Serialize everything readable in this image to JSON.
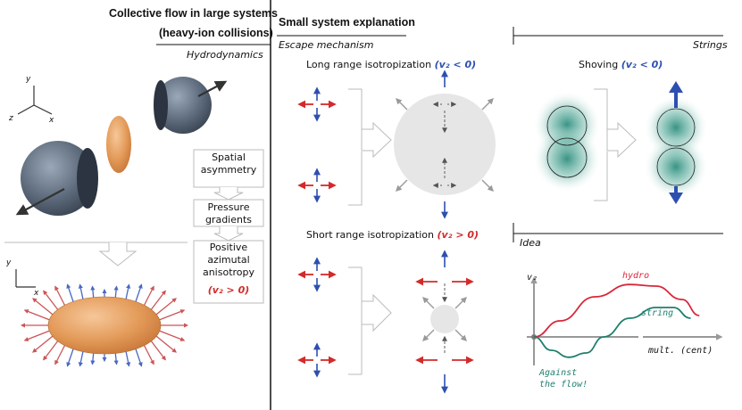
{
  "left": {
    "title_line1": "Collective flow in large systems",
    "title_line2": "(heavy-ion collisions)",
    "subtitle": "Hydrodynamics",
    "axis_y": "y",
    "axis_x": "x",
    "axis_z": "z",
    "axis2_y": "y",
    "axis2_x": "x",
    "steps": [
      "Spatial asymmetry",
      "Pressure gradients",
      "Positive azimutal anisotropy"
    ],
    "step3_v2": "(v₂ > 0)"
  },
  "middle": {
    "title": "Small system explanation",
    "subtitle": "Escape mechanism",
    "long_range": "Long range isotropization",
    "long_range_v2": "(v₂ < 0)",
    "short_range": "Short range isotropization",
    "short_range_v2": "(v₂ > 0)"
  },
  "right": {
    "subtitle": "Strings",
    "shoving": "Shoving",
    "shoving_v2": "(v₂ < 0)",
    "idea": "Idea"
  },
  "colors": {
    "red": "#d42a2a",
    "blue": "#2d4fb0",
    "teal": "#2e8e7e",
    "hydro": "#d9263a",
    "string": "#1f7f6e",
    "orange": "#e8a060",
    "steel": "#5a6878"
  },
  "chart_data": {
    "type": "line",
    "title": "",
    "xlabel": "mult. (cent)",
    "ylabel": "v₂",
    "series": [
      {
        "name": "hydro",
        "points": [
          [
            0,
            0
          ],
          [
            0.15,
            0.3
          ],
          [
            0.35,
            0.75
          ],
          [
            0.55,
            0.98
          ],
          [
            0.7,
            0.95
          ],
          [
            0.85,
            0.7
          ],
          [
            0.95,
            0.4
          ]
        ]
      },
      {
        "name": "string",
        "points": [
          [
            0,
            0
          ],
          [
            0.1,
            -0.25
          ],
          [
            0.2,
            -0.38
          ],
          [
            0.3,
            -0.3
          ],
          [
            0.4,
            0
          ],
          [
            0.55,
            0.35
          ],
          [
            0.7,
            0.55
          ],
          [
            0.8,
            0.55
          ],
          [
            0.9,
            0.35
          ]
        ]
      }
    ],
    "annotation": "Against the flow!"
  }
}
